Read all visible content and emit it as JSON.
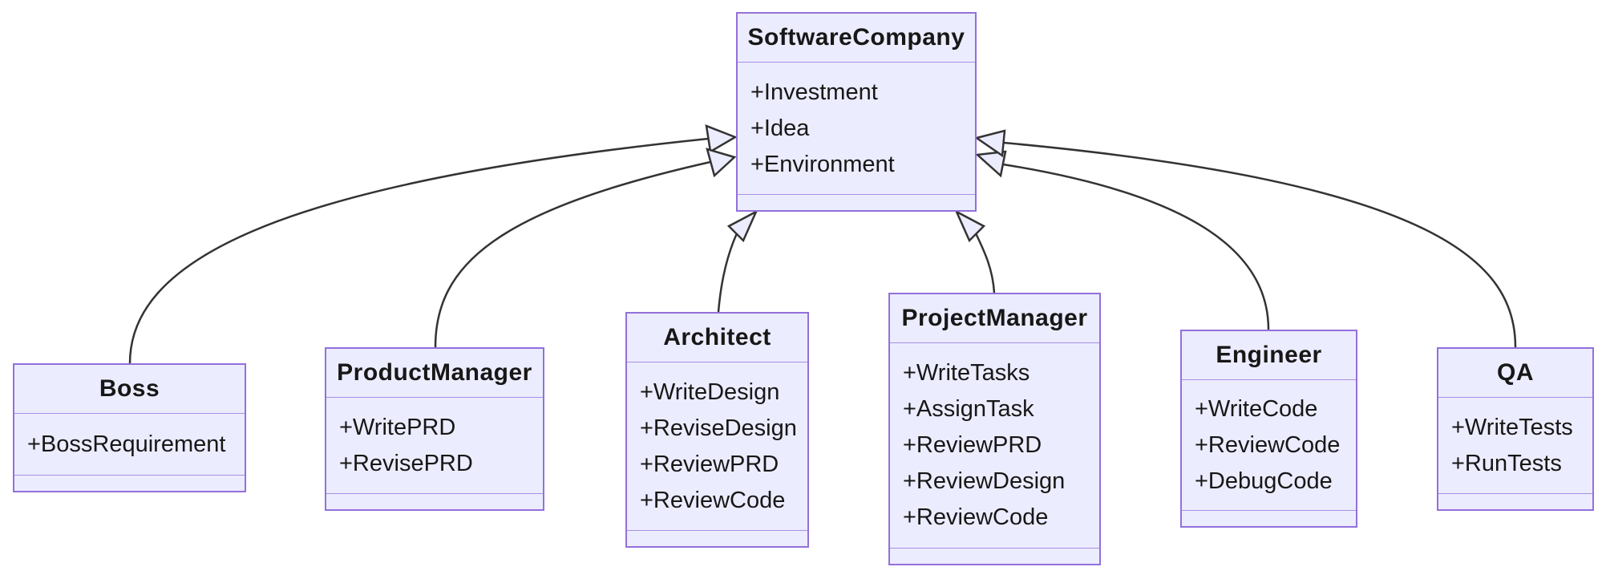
{
  "diagram": {
    "kind": "uml-class-diagram",
    "background": "#ffffff",
    "colors": {
      "box_fill": "#ECECFF",
      "box_border": "#9370DB",
      "section_divider": "#A78FD8",
      "edge_stroke": "#333333",
      "arrowhead_fill": "#ECECFF",
      "text": "#171717"
    },
    "classes": [
      {
        "name": "SoftwareCompany",
        "attributes": [
          "+Investment",
          "+Idea",
          "+Environment"
        ],
        "methods": []
      },
      {
        "name": "Boss",
        "attributes": [
          "+BossRequirement"
        ],
        "methods": []
      },
      {
        "name": "ProductManager",
        "attributes": [
          "+WritePRD",
          "+RevisePRD"
        ],
        "methods": []
      },
      {
        "name": "Architect",
        "attributes": [
          "+WriteDesign",
          "+ReviseDesign",
          "+ReviewPRD",
          "+ReviewCode"
        ],
        "methods": []
      },
      {
        "name": "ProjectManager",
        "attributes": [
          "+WriteTasks",
          "+AssignTask",
          "+ReviewPRD",
          "+ReviewDesign",
          "+ReviewCode"
        ],
        "methods": []
      },
      {
        "name": "Engineer",
        "attributes": [
          "+WriteCode",
          "+ReviewCode",
          "+DebugCode"
        ],
        "methods": []
      },
      {
        "name": "QA",
        "attributes": [
          "+WriteTests",
          "+RunTests"
        ],
        "methods": []
      }
    ],
    "relations": [
      {
        "from": "Boss",
        "to": "SoftwareCompany",
        "type": "inheritance"
      },
      {
        "from": "ProductManager",
        "to": "SoftwareCompany",
        "type": "inheritance"
      },
      {
        "from": "Architect",
        "to": "SoftwareCompany",
        "type": "inheritance"
      },
      {
        "from": "ProjectManager",
        "to": "SoftwareCompany",
        "type": "inheritance"
      },
      {
        "from": "Engineer",
        "to": "SoftwareCompany",
        "type": "inheritance"
      },
      {
        "from": "QA",
        "to": "SoftwareCompany",
        "type": "inheritance"
      }
    ]
  }
}
